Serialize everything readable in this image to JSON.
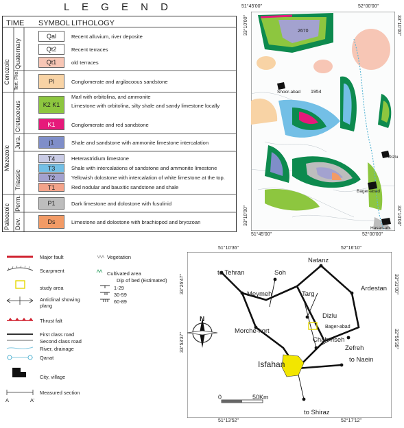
{
  "legend": {
    "title": "L E G E N D",
    "headers": {
      "time": "TIME",
      "symbol": "SYMBOL",
      "lithology": "LITHOLOGY"
    },
    "eras": [
      {
        "name": "Cenozoic",
        "periods": [
          {
            "name": "Quaternary"
          },
          {
            "name": "Tert. Plio."
          }
        ]
      },
      {
        "name": "Mezozoic",
        "periods": [
          {
            "name": "Cretaceous"
          },
          {
            "name": "Jura."
          },
          {
            "name": "Triassic"
          }
        ]
      },
      {
        "name": "Paleozoic",
        "periods": [
          {
            "name": "Perm."
          },
          {
            "name": "Dev."
          }
        ]
      }
    ],
    "units": [
      {
        "symbol": "Qal",
        "color": "#ffffff",
        "desc": "Recent alluvium, river deposite"
      },
      {
        "symbol": "Qt2",
        "color": "#ffffff",
        "desc": "Recent terraces"
      },
      {
        "symbol": "Qt1",
        "color": "#f7c6b5",
        "desc": "old terraces"
      },
      {
        "symbol": "Pl",
        "color": "#f8d3a5",
        "desc": "Conglomerate and argilacoous sandstone"
      },
      {
        "symbol": "K2 K1",
        "color": "#8dc63f",
        "desc": "Marl with orbitolina, and ammonite"
      },
      {
        "symbol": "",
        "color": "#8dc63f",
        "desc": "Limestone with orbitolina, silty shale and sandy limestone locally"
      },
      {
        "symbol": "K1",
        "color": "#e6197a",
        "desc": "Conglomerate and red sandstone"
      },
      {
        "symbol": "j1",
        "color": "#7f8ec9",
        "desc": "Shale and sandstone with ammonite limestone intercalation"
      },
      {
        "symbol": "T4",
        "color": "#c9cbe5",
        "desc": "Heterastridium limestone"
      },
      {
        "symbol": "T3",
        "color": "#73bfe6",
        "desc": "Shale with intercalations of sandstone and ammonite limestone"
      },
      {
        "symbol": "T2",
        "color": "#a3a2cf",
        "desc": "Yellowish dolostone with intercalation of white limestone at the top."
      },
      {
        "symbol": "T1",
        "color": "#f4a38a",
        "desc": "Red nodular and bauxitic sandstone and shale"
      },
      {
        "symbol": "P1",
        "color": "#bdbdbd",
        "desc": "Dark limestone and dolostone with fusulinid"
      },
      {
        "symbol": "Ds",
        "color": "#f29b66",
        "desc": "Limestone and dolostone with brachiopod and bryozoan"
      }
    ]
  },
  "geomap": {
    "coords": {
      "top_left": "51°45'00\"",
      "top_right": "52°00'00\"",
      "bottom_left": "51°45'00\"",
      "bottom_right": "52°00'00\"",
      "left_top": "33°10'00\"",
      "left_bottom": "33°10'00\"",
      "right_top": "33°10'00\"",
      "right_bottom": "33°10'00\""
    },
    "labels": {
      "peak": "2670",
      "elev": "1954",
      "shoor": "Shoor-abad",
      "dizlu": "Dizlu",
      "bager": "Bager-abad",
      "hasan": "Hasan-ab"
    }
  },
  "key": {
    "items": {
      "major_fault": "Major fault",
      "scarpment": "Scarpment",
      "study_area": "study area",
      "anticlinal": "Anticlinal showing plang",
      "thrust": "Thrust falt",
      "first_road": "First class road",
      "second_road": "Second class road",
      "river": "River, drainage",
      "qanat": "Qanat",
      "city": "City, village",
      "section": "Measured section",
      "section_a": "A",
      "section_a2": "A'",
      "vegetation": "Vegetation",
      "cultivated": "Cultivated area",
      "dip": "Dip of bed (Estimated)",
      "dip1": "1-29",
      "dip2": "30-59",
      "dip3": "60-89"
    }
  },
  "location": {
    "coords": {
      "top1": "51°10'36\"",
      "top2": "52°16'10\"",
      "bot1": "51°13'52\"",
      "bot2": "52°17'12\"",
      "left1": "33°26'47\"",
      "left2": "33°53'37\"",
      "right1": "33°31'00\"",
      "right2": "32°55'35\""
    },
    "cities": {
      "tehran": "to Tehran",
      "soh": "Soh",
      "natanz": "Natanz",
      "ardestan": "Ardestan",
      "meymeh": "Meymeh",
      "targ": "Targ",
      "dizlu": "Dizlu",
      "bager": "Bager-abad",
      "morche": "Morche-kort",
      "chah": "Chah-riseh",
      "zefreh": "Zefreh",
      "isfahan": "Isfahan",
      "naein": "to Naein",
      "shiraz": "to Shiraz"
    },
    "north": "N",
    "scale_0": "0",
    "scale_50": "50Km"
  }
}
